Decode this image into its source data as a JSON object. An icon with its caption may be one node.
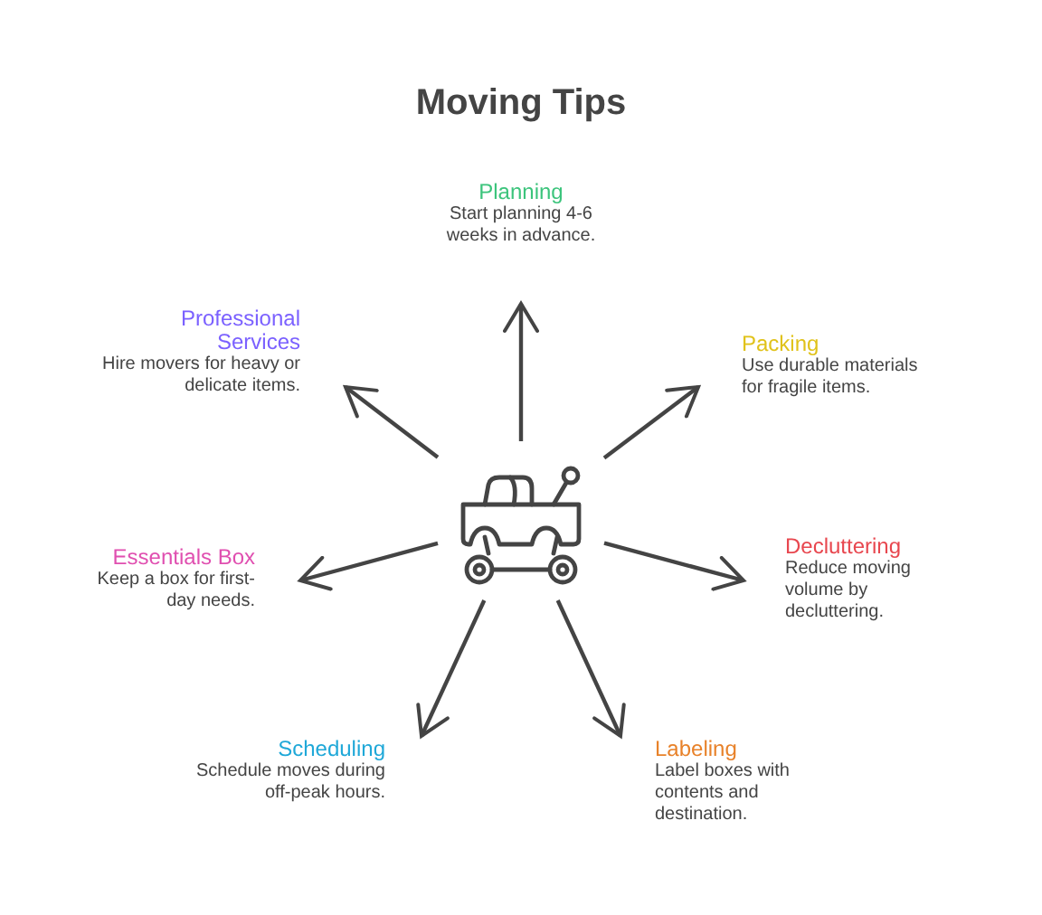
{
  "diagram": {
    "title": "Moving Tips",
    "nodes": [
      {
        "text": [],
        "shape": "picture"
      },
      {
        "text": [
          "Planning",
          "Start planning 4-6 weeks in advance."
        ]
      },
      {
        "text": [
          "Packing",
          "Use durable materials for fragile items."
        ]
      },
      {
        "text": [
          "Decluttering",
          "Reduce moving volume by decluttering."
        ]
      },
      {
        "text": [
          "Labeling",
          "Label boxes with contents and destination."
        ]
      },
      {
        "text": [
          "Scheduling",
          "Schedule moves during off-peak hours."
        ]
      },
      {
        "text": [
          "Essentials Box",
          "Keep a box for first-day needs."
        ]
      },
      {
        "text": [
          "Professional Services",
          "Hire movers for heavy or delicate items."
        ]
      }
    ],
    "edges": [
      {
        "from": 0,
        "to": 1,
        "arrow": "to"
      },
      {
        "from": 0,
        "to": 2,
        "arrow": "to"
      },
      {
        "from": 0,
        "to": 3,
        "arrow": "to"
      },
      {
        "from": 0,
        "to": 4,
        "arrow": "to"
      },
      {
        "from": 0,
        "to": 5,
        "arrow": "to"
      },
      {
        "from": 0,
        "to": 6,
        "arrow": "to"
      },
      {
        "from": 0,
        "to": 7,
        "arrow": "to"
      }
    ]
  }
}
